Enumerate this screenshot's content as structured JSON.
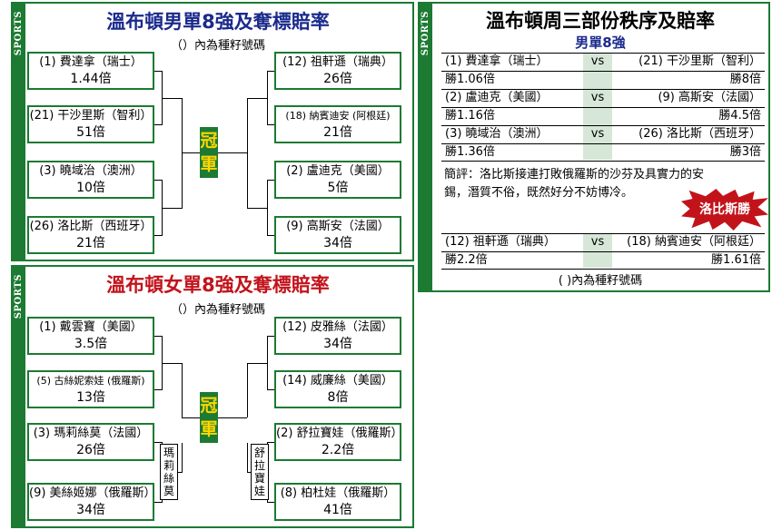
{
  "sports_label": "SPORTS",
  "mens": {
    "title": "溫布頓男單8強及奪標賠率",
    "note": "（）內為種籽號碼",
    "left": [
      {
        "name": "(1) 費達拿（瑞士）",
        "odds": "1.44倍"
      },
      {
        "name": "(21) 干沙里斯（智利）",
        "odds": "51倍"
      },
      {
        "name": "(3) 曉域治（澳洲）",
        "odds": "10倍"
      },
      {
        "name": "(26) 洛比斯（西班牙）",
        "odds": "21倍"
      }
    ],
    "right": [
      {
        "name": "(12) 祖軒遜（瑞典）",
        "odds": "26倍"
      },
      {
        "name": "(18) 納賓迪安 (阿根廷)",
        "odds": "21倍"
      },
      {
        "name": "(2) 盧迪克（美國）",
        "odds": "5倍"
      },
      {
        "name": "(9) 高斯安（法國）",
        "odds": "34倍"
      }
    ],
    "champion": "冠軍"
  },
  "womens": {
    "title": "溫布頓女單8強及奪標賠率",
    "note": "（）內為種籽號碼",
    "left": [
      {
        "name": "(1) 戴雲寶（美國）",
        "odds": "3.5倍"
      },
      {
        "name": "(5) 古絲妮索娃 (俄羅斯)",
        "odds": "13倍"
      },
      {
        "name": "(3) 瑪莉絲莫（法國）",
        "odds": "26倍"
      },
      {
        "name": "(9) 美絲姬娜（俄羅斯）",
        "odds": "34倍"
      }
    ],
    "right": [
      {
        "name": "(12) 皮雅絲（法國）",
        "odds": "34倍"
      },
      {
        "name": "(14) 威廉絲（美國）",
        "odds": "8倍"
      },
      {
        "name": "(2) 舒拉寶娃（俄羅斯）",
        "odds": "2.2倍"
      },
      {
        "name": "(8) 柏杜娃（俄羅斯）",
        "odds": "41倍"
      }
    ],
    "champion": "冠軍",
    "semi_left": "瑪莉絲莫",
    "semi_right": "舒拉寶娃"
  },
  "order": {
    "title": "溫布頓周三部份秩序及賠率",
    "subtitle": "男單8強",
    "vs": "vs",
    "matches": [
      {
        "p1": "(1) 費達拿（瑞士）",
        "p2": "(21) 干沙里斯（智利）",
        "o1": "勝1.06倍",
        "o2": "勝8倍"
      },
      {
        "p1": "(2) 盧迪克（美國）",
        "p2": "(9) 高斯安（法國）",
        "o1": "勝1.16倍",
        "o2": "勝4.5倍"
      },
      {
        "p1": "(3) 曉域治（澳洲）",
        "p2": "(26) 洛比斯（西班牙）",
        "o1": "勝1.36倍",
        "o2": "勝3倍"
      },
      {
        "p1": "(12) 祖軒遜（瑞典）",
        "p2": "(18) 納賓迪安（阿根廷）",
        "o1": "勝2.2倍",
        "o2": "勝1.61倍"
      }
    ],
    "comment": "簡評：洛比斯接連打敗俄羅斯的沙芬及具實力的安錫，潛質不俗，既然好分不妨博冷。",
    "tip": "洛比斯勝",
    "footnote": "( )內為種籽號碼"
  },
  "colors": {
    "green": "#1c7a32",
    "mens_title": "#1a2a8c",
    "womens_title": "#c2131b",
    "champion_text": "#ffd600"
  }
}
